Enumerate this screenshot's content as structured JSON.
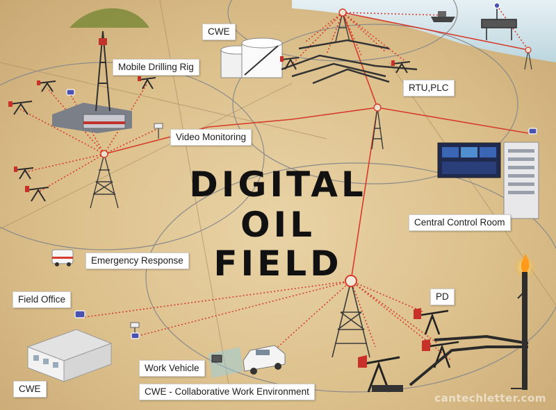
{
  "diagram": {
    "title_line1": "DIGITAL",
    "title_line2": "OIL FIELD",
    "labels": {
      "cwe_top": "CWE",
      "mobile_drilling_rig": "Mobile Drilling Rig",
      "rtu_plc": "RTU,PLC",
      "video_monitoring": "Video Monitoring",
      "central_control_room": "Central Control Room",
      "emergency_response": "Emergency Response",
      "field_office": "Field Office",
      "pd": "PD",
      "work_vehicle": "Work Vehicle",
      "cwe_bottom": "CWE",
      "cwe_full": "CWE - Collaborative Work Environment"
    },
    "watermark": "cantechletter.com",
    "colors": {
      "sand": "#dcc08c",
      "link_red": "#d63a2a",
      "range_ring": "#8a8a8a",
      "sea": "#cfe3ea",
      "pump_red": "#c8312a",
      "screen_blue": "#2a3f7a"
    },
    "icons": [
      "radio-tower-icon",
      "pumpjack-icon",
      "storage-tank-icon",
      "drilling-rig-icon",
      "offshore-platform-icon",
      "ship-icon",
      "camera-icon",
      "ambulance-icon",
      "field-office-icon",
      "work-vehicle-icon",
      "laptop-icon",
      "server-rack-icon",
      "control-screens-icon",
      "flare-stack-icon",
      "sensor-node-icon"
    ]
  }
}
